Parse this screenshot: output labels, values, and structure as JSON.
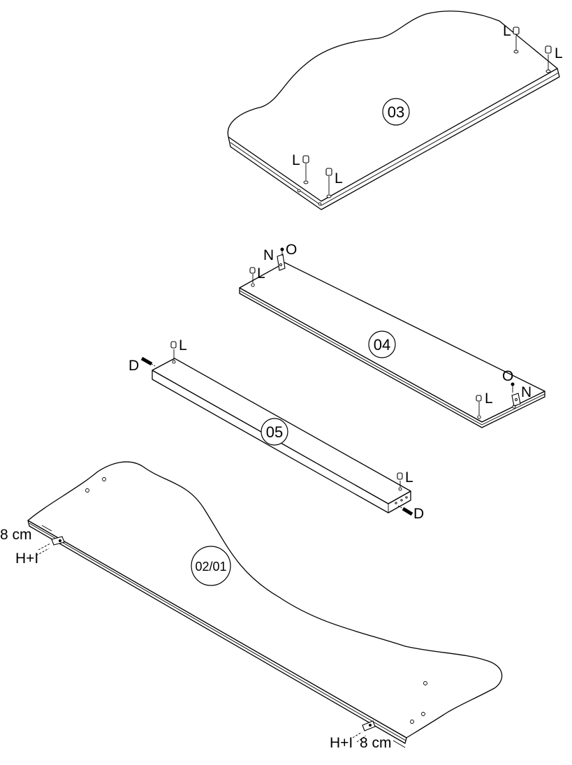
{
  "panels": {
    "p03": {
      "number": "03"
    },
    "p04": {
      "number": "04"
    },
    "p05": {
      "number": "05"
    },
    "p0201": {
      "number": "02/01"
    }
  },
  "hardware": {
    "cam_lock": "L",
    "cam_bolt_dowel": "D",
    "hinge_part_n": "N",
    "screw_part_o": "O",
    "connector_hi": "H+I"
  },
  "dimensions": {
    "edge_offset": "8 cm"
  },
  "icons": [
    "cam-lock-icon",
    "dowel-icon",
    "connector-icon",
    "bracket-icon",
    "screw-icon"
  ]
}
